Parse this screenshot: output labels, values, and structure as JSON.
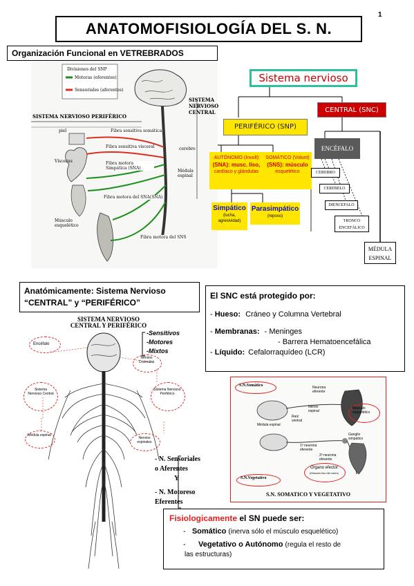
{
  "page": {
    "number": "1",
    "title": "ANATOMOFISIOLOGÍA DEL  S. N."
  },
  "section1": {
    "heading": "Organización Funcional en VETREBRADOS",
    "figure": {
      "legend_title": "Divisiones del SNP",
      "legend_motor": "Motoras (eferentes)",
      "legend_sensory": "Sensoriales (aferentes)",
      "snp_label": "SISTEMA NERVIOSO PERIFÉRICO",
      "snc_label": "SISTEMA NERVIOSO CENTRAL",
      "piel": "piel",
      "visceras": "Vísceras",
      "musculo": "Músculo esquelético",
      "cerebro": "cerebro",
      "medula": "Médula espinal",
      "fibra1": "Fibra sensitiva somática",
      "fibra2": "Fibra sensitiva visceral",
      "fibra3": "Fibra motora Simpática (SNA)",
      "fibra4": "Fibra motora del SNA(SNA)",
      "fibra5": "Fibra motora del SNS",
      "colors": {
        "motor": "#1a8f1a",
        "sensory": "#d83020"
      }
    },
    "diagram": {
      "root": "Sistema nervioso",
      "periferico": "PERIFÉRICO (SNP)",
      "central": "CENTRAL (SNC)",
      "autonomo_l1": "AUTÓNOMO (Involt)",
      "autonomo_l2": "(SNA): musc. liso,",
      "autonomo_l3": "cardíaco y glándulas",
      "somatico_l1": "SOMÁTICO (Volunt)",
      "somatico_l2": "(SNS): músculo",
      "somatico_l3": "esquelético",
      "simpatico": "Simpático",
      "simpatico_sub1": "(lucha,",
      "simpatico_sub2": "agresividad)",
      "parasimpatico": "Parasimpático",
      "parasimpatico_sub": "(reposo)",
      "encefalo": "ENCÉFALO",
      "cerebro": "CEREBRO",
      "cerebelo": "CEREBELO",
      "diencefalo": "DIENCEFALO",
      "tronco_l1": "TRONCO",
      "tronco_l2": "ENCEFÁLICO",
      "medula_l1": "MÉDULA",
      "medula_l2": "ESPINAL",
      "colors": {
        "root_border": "#2bbfa0",
        "root_text": "#cc0000",
        "periferico_bg": "#ffe500",
        "central_bg": "#cc0000",
        "ncolor": "#1111cc"
      }
    }
  },
  "section2": {
    "heading_l1": "Anatómicamente:    Sistema Nervioso",
    "heading_l2": "“CENTRAL” y  “PERIFÉRICO”",
    "figure": {
      "title_l1": "SISTEMA NERVIOSO",
      "title_l2": "CENTRAL Y PERIFÉRICO",
      "sensitivos": "-Sensitivos",
      "motores": "-Motores",
      "mixtos": "-Mixtos",
      "encefalo": "Encéfalo",
      "nervios_craneales": "Nervios Craneales",
      "snc_central": "Sistema Nervioso Central",
      "snp_periferico": "Sistema Nervioso Periférico",
      "medula_espinal": "Médula espinal",
      "nervios_espinales": "Nervios espinales",
      "n_sensoriales": "- N. Sensoriales",
      "aferentes": "o  Aferentes",
      "y": "Y",
      "n_motoreso": "- N. Motoreso",
      "eferentes": "Eferentes"
    }
  },
  "snc_box": {
    "title": "El SNC está protegido por:",
    "hueso_label": "Hueso:",
    "hueso_text": "Cráneo y Columna Vertebral",
    "membranas_label": "Membranas:",
    "membranas_text1": "- Meninges",
    "membranas_text2": "- Barrera Hematoencefálica",
    "liquido_label": "Líquido:",
    "liquido_text": "Cefalorraquídeo (LCR)"
  },
  "somatico_fig": {
    "sn_somatico": "S.N.Somático",
    "neurona_eferente": "Neurona eferente",
    "nervio_espinal": "Nervio espinal",
    "musculo_esqueletico": "Músculo esquelético",
    "raiz_ventral": "Raíz ventral",
    "medula_espinal": "Médula espinal",
    "ganglio_simpatico": "Ganglio simpático",
    "neurona1": "1ª neurona eferente",
    "neurona2": "2ª neurona eferente",
    "organo_efector": "Órgano efector",
    "organo_sub": "(Músculo liso del colon)",
    "sn_vegetativo": "S.N.Vegetativo",
    "caption": "S.N. SOMATICO  Y VEGETATIVO"
  },
  "fisio_box": {
    "title_red": "Fisiologicamente",
    "title_rest": "el SN puede ser:",
    "item1_bold": "Somático",
    "item1_text": "(inerva sólo el músculo esquelético)",
    "item2_bold": "Vegetativo o Autónomo",
    "item2_text": "(regula el resto de",
    "item2_text2": "las     estructuras)",
    "title_color": "#e02020"
  }
}
